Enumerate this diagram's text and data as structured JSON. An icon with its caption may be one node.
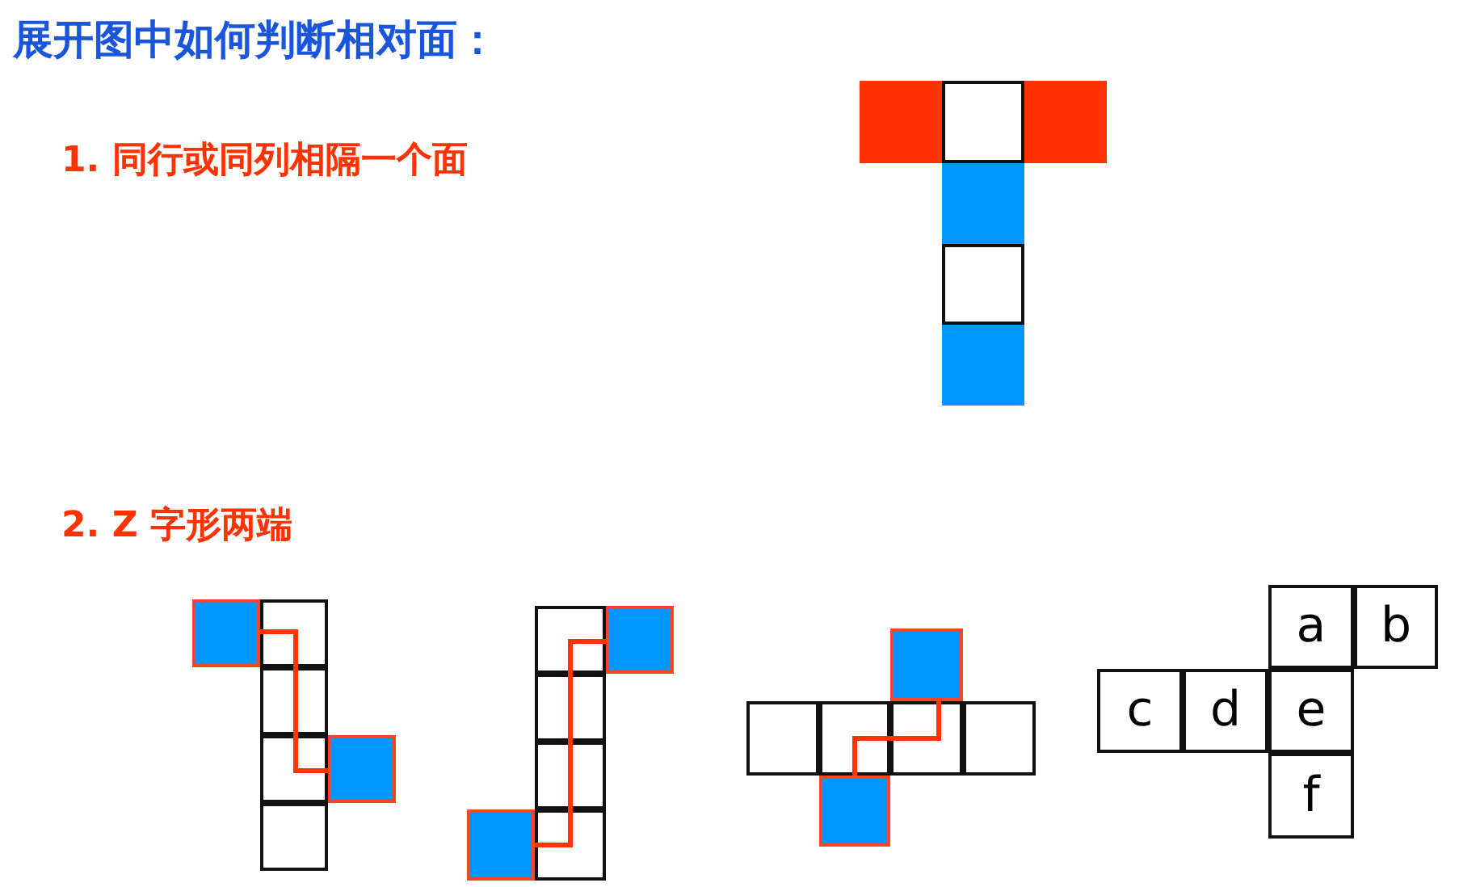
{
  "diagram": {
    "title": "展开图中如何判断相对面：",
    "nodes": [
      {
        "text": [],
        "shape": "box"
      },
      {
        "text": [],
        "shape": "box"
      },
      {
        "text": [],
        "shape": "box"
      },
      {
        "text": [],
        "shape": "box"
      },
      {
        "text": [],
        "shape": "box"
      },
      {
        "text": [],
        "shape": "box"
      },
      {
        "text": [],
        "shape": "box"
      },
      {
        "text": [],
        "shape": "box"
      },
      {
        "text": [],
        "shape": "box"
      },
      {
        "text": [],
        "shape": "box"
      },
      {
        "text": [],
        "shape": "box"
      },
      {
        "text": [],
        "shape": "box"
      },
      {
        "text": [
          "a"
        ]
      },
      {
        "text": [
          "b"
        ]
      },
      {
        "text": [
          "c"
        ]
      },
      {
        "text": [
          "d"
        ]
      },
      {
        "text": [
          "e"
        ]
      },
      {
        "text": [
          "f"
        ]
      }
    ],
    "edges": [
      {
        "from": 6,
        "to": 7,
        "arrow": "none"
      },
      {
        "from": 8,
        "to": 9,
        "arrow": "none"
      },
      {
        "from": 10,
        "to": 11,
        "arrow": "none"
      }
    ],
    "labels": [
      "1. 同行或同列相隔一个面",
      "2. Z 字形两端"
    ]
  }
}
